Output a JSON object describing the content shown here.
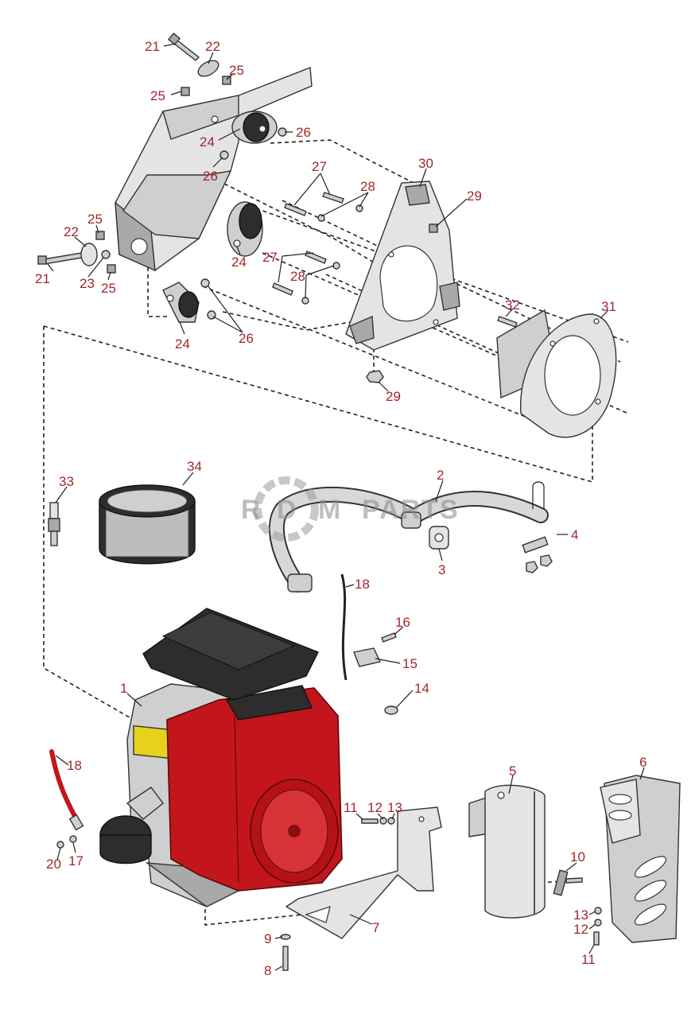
{
  "watermark": {
    "r": "R",
    "d": "D",
    "m": "M",
    "parts": "PARTS"
  },
  "colors": {
    "callout": "#a3262a",
    "engine_red": "#c3161c",
    "metal": "#cfcfcf",
    "rubber": "#2d2d2d",
    "decal": "#e6d21c"
  },
  "callouts": [
    "21",
    "22",
    "25",
    "25",
    "24",
    "26",
    "26",
    "27",
    "28",
    "30",
    "29",
    "25",
    "22",
    "21",
    "23",
    "25",
    "24",
    "27",
    "28",
    "24",
    "26",
    "32",
    "31",
    "29",
    "33",
    "34",
    "2",
    "3",
    "4",
    "18",
    "16",
    "15",
    "14",
    "1",
    "18",
    "20",
    "17",
    "5",
    "6",
    "11",
    "12",
    "13",
    "10",
    "7",
    "9",
    "8",
    "13",
    "12",
    "11"
  ]
}
